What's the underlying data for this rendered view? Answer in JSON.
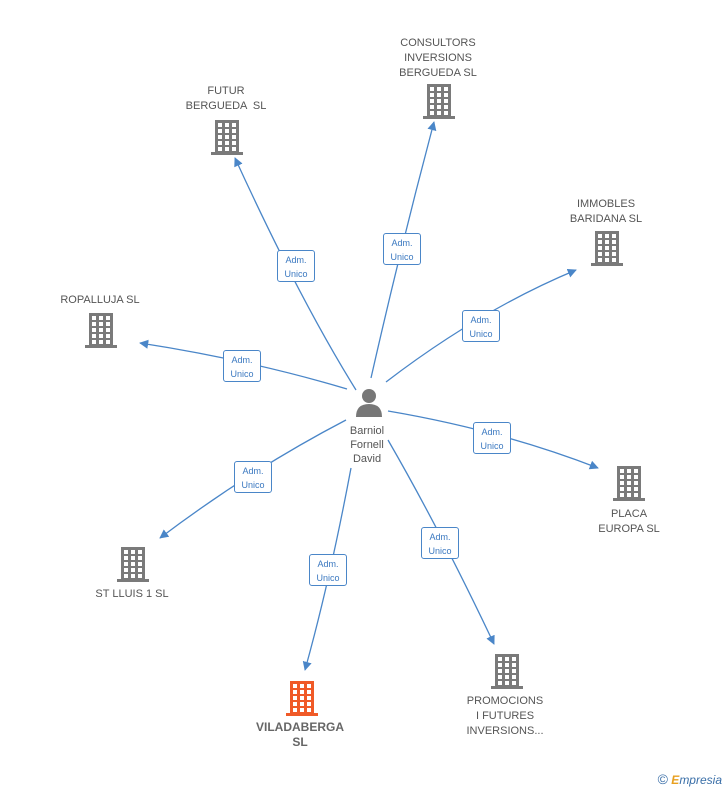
{
  "center": {
    "name": "Barniol\nFornell\nDavid",
    "icon": "person-icon"
  },
  "companies": [
    {
      "id": "futur",
      "name": "FUTUR\nBERGUEDA  SL",
      "role_line1": "Adm.",
      "role_line2": "Unico",
      "highlight": false
    },
    {
      "id": "consultors",
      "name": "CONSULTORS\nINVERSIONS\nBERGUEDA SL",
      "role_line1": "Adm.",
      "role_line2": "Unico",
      "highlight": false
    },
    {
      "id": "immobles",
      "name": "IMMOBLES\nBARIDANA SL",
      "role_line1": "Adm.",
      "role_line2": "Unico",
      "highlight": false
    },
    {
      "id": "ropalluja",
      "name": "ROPALLUJA SL",
      "role_line1": "Adm.",
      "role_line2": "Unico",
      "highlight": false
    },
    {
      "id": "placa",
      "name": "PLACA\nEUROPA SL",
      "role_line1": "Adm.",
      "role_line2": "Unico",
      "highlight": false
    },
    {
      "id": "stlluis",
      "name": "ST LLUIS 1 SL",
      "role_line1": "Adm.",
      "role_line2": "Unico",
      "highlight": false
    },
    {
      "id": "viladaberga",
      "name": "VILADABERGA\nSL",
      "role_line1": "Adm.",
      "role_line2": "Unico",
      "highlight": true
    },
    {
      "id": "promocions",
      "name": "PROMOCIONS\nI FUTURES\nINVERSIONS...",
      "role_line1": "Adm.",
      "role_line2": "Unico",
      "highlight": false
    }
  ],
  "colors": {
    "edge": "#4a86c8",
    "building": "#7a7a7a",
    "building_highlight": "#f05a28",
    "person": "#777777"
  },
  "footer": {
    "copyright": "©",
    "brand_initial": "E",
    "brand_rest": "mpresia"
  }
}
